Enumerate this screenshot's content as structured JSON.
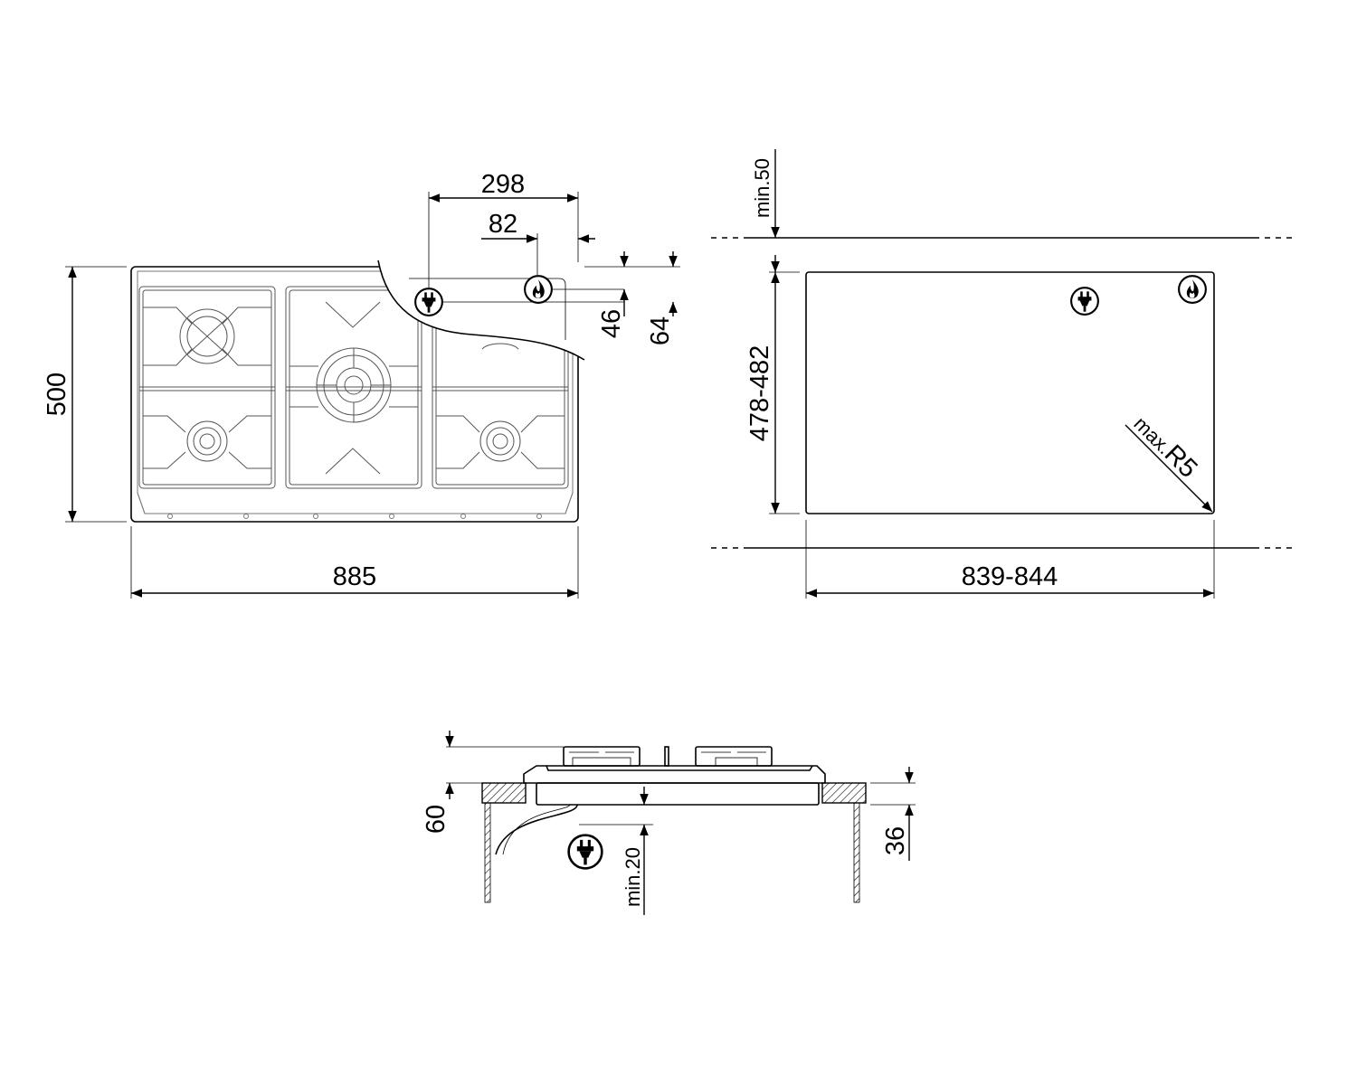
{
  "top_view": {
    "width_label": "885",
    "depth_label": "500",
    "plug_offset_label": "298",
    "gas_offset_label": "82",
    "plug_depth_label": "46",
    "gas_depth_label": "64"
  },
  "cutout_view": {
    "clearance_label": "min.50",
    "depth_label": "478-482",
    "width_label": "839-844",
    "radius_prefix": "max.",
    "radius_value": "R5"
  },
  "side_view": {
    "height_label": "60",
    "clearance_label": "min.20",
    "thickness_label": "36"
  },
  "icons": [
    "plug-icon",
    "gas-flame-icon"
  ]
}
